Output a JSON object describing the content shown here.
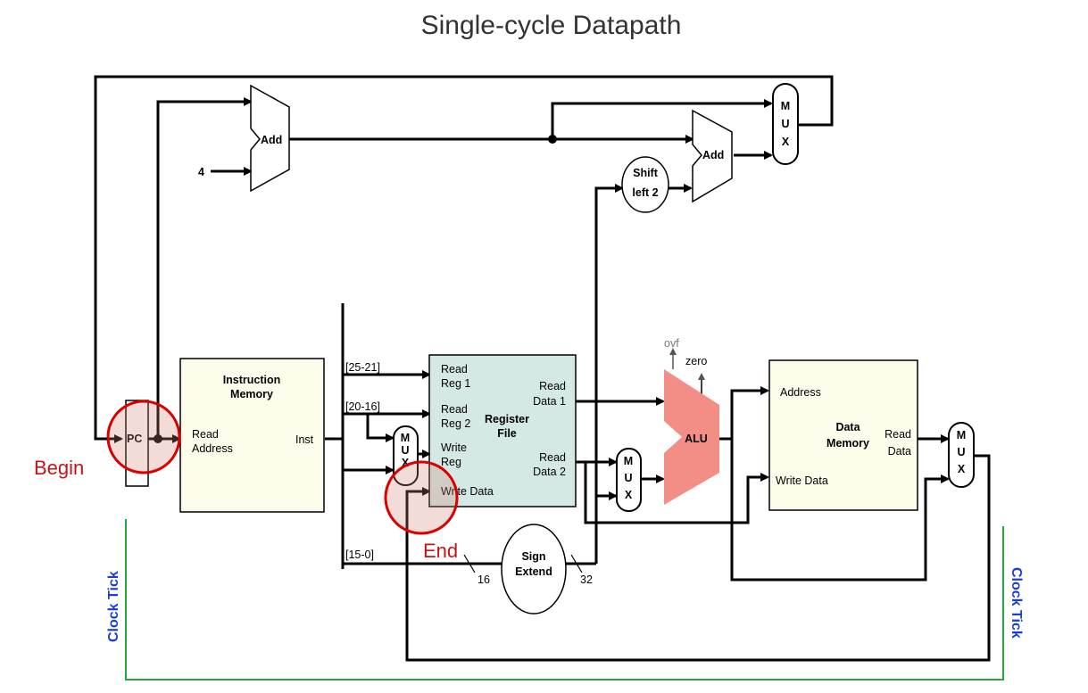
{
  "title": "Single-cycle Datapath",
  "colors": {
    "alu": "#f28e85",
    "register_file": "#d4e9e6",
    "memory": "#fefdec",
    "highlight": "#d90000",
    "clock_text": "#1a3dd6",
    "clock_line": "#27a83b"
  },
  "components": {
    "add1": "Add",
    "add2": "Add",
    "four": "4",
    "shift_line1": "Shift",
    "shift_line2": "left 2",
    "pc": "PC",
    "imem_title1": "Instruction",
    "imem_title2": "Memory",
    "imem_read1": "Read",
    "imem_read2": "Address",
    "imem_inst": "Inst",
    "bits_25_21": "[25-21]",
    "bits_20_16": "[20-16]",
    "bits_15_0": "[15-0]",
    "rf_rr1a": "Read",
    "rf_rr1b": "Reg 1",
    "rf_rr2a": "Read",
    "rf_rr2b": "Reg 2",
    "rf_wra": "Write",
    "rf_wrb": "Reg",
    "rf_wd": "Write Data",
    "rf_rd1a": "Read",
    "rf_rd1b": "Data 1",
    "rf_rd2a": "Read",
    "rf_rd2b": "Data 2",
    "rf_title1": "Register",
    "rf_title2": "File",
    "sign1": "Sign",
    "sign2": "Extend",
    "w16": "16",
    "w32": "32",
    "alu": "ALU",
    "ovf": "ovf",
    "zero": "zero",
    "dm_address": "Address",
    "dm_write": "Write Data",
    "dm_title1": "Data",
    "dm_title2": "Memory",
    "dm_read1": "Read",
    "dm_read2": "Data",
    "mux_m": "M",
    "mux_u": "U",
    "mux_x": "X",
    "begin": "Begin",
    "end": "End",
    "clock_left": "Clock Tick",
    "clock_right": "Clock Tick"
  }
}
